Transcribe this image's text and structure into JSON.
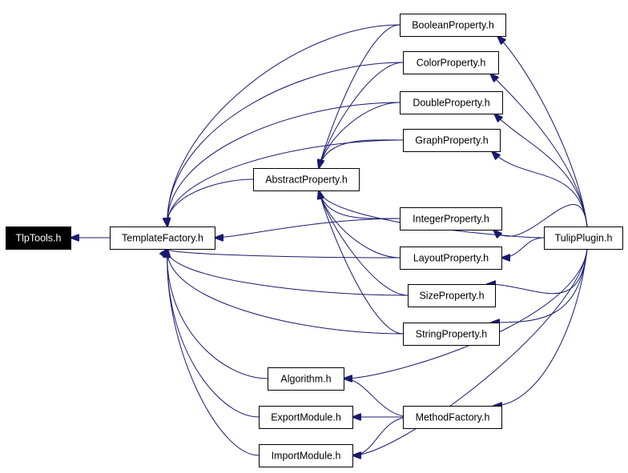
{
  "colors": {
    "edge": "#191970",
    "highlight_fill": "#000000",
    "highlight_text": "#ffffff"
  },
  "nodes": {
    "tlptools": "TlpTools.h",
    "templatefactory": "TemplateFactory.h",
    "abstractproperty": "AbstractProperty.h",
    "booleanproperty": "BooleanProperty.h",
    "colorproperty": "ColorProperty.h",
    "doubleproperty": "DoubleProperty.h",
    "graphproperty": "GraphProperty.h",
    "integerproperty": "IntegerProperty.h",
    "layoutproperty": "LayoutProperty.h",
    "sizeproperty": "SizeProperty.h",
    "stringproperty": "StringProperty.h",
    "algorithm": "Algorithm.h",
    "exportmodule": "ExportModule.h",
    "methodfactory": "MethodFactory.h",
    "importmodule": "ImportModule.h",
    "tulipplugin": "TulipPlugin.h"
  },
  "edges": [
    [
      "templatefactory",
      "tlptools"
    ],
    [
      "abstractproperty",
      "templatefactory"
    ],
    [
      "booleanproperty",
      "templatefactory"
    ],
    [
      "colorproperty",
      "templatefactory"
    ],
    [
      "doubleproperty",
      "templatefactory"
    ],
    [
      "graphproperty",
      "templatefactory"
    ],
    [
      "integerproperty",
      "templatefactory"
    ],
    [
      "layoutproperty",
      "templatefactory"
    ],
    [
      "sizeproperty",
      "templatefactory"
    ],
    [
      "stringproperty",
      "templatefactory"
    ],
    [
      "algorithm",
      "templatefactory"
    ],
    [
      "exportmodule",
      "templatefactory"
    ],
    [
      "importmodule",
      "templatefactory"
    ],
    [
      "booleanproperty",
      "abstractproperty"
    ],
    [
      "colorproperty",
      "abstractproperty"
    ],
    [
      "doubleproperty",
      "abstractproperty"
    ],
    [
      "graphproperty",
      "abstractproperty"
    ],
    [
      "integerproperty",
      "abstractproperty"
    ],
    [
      "layoutproperty",
      "abstractproperty"
    ],
    [
      "sizeproperty",
      "abstractproperty"
    ],
    [
      "stringproperty",
      "abstractproperty"
    ],
    [
      "tulipplugin",
      "booleanproperty"
    ],
    [
      "tulipplugin",
      "colorproperty"
    ],
    [
      "tulipplugin",
      "doubleproperty"
    ],
    [
      "tulipplugin",
      "graphproperty"
    ],
    [
      "tulipplugin",
      "abstractproperty"
    ],
    [
      "tulipplugin",
      "integerproperty"
    ],
    [
      "tulipplugin",
      "layoutproperty"
    ],
    [
      "tulipplugin",
      "sizeproperty"
    ],
    [
      "tulipplugin",
      "stringproperty"
    ],
    [
      "tulipplugin",
      "algorithm"
    ],
    [
      "tulipplugin",
      "methodfactory"
    ],
    [
      "tulipplugin",
      "importmodule"
    ],
    [
      "methodfactory",
      "algorithm"
    ],
    [
      "methodfactory",
      "exportmodule"
    ],
    [
      "methodfactory",
      "importmodule"
    ]
  ]
}
